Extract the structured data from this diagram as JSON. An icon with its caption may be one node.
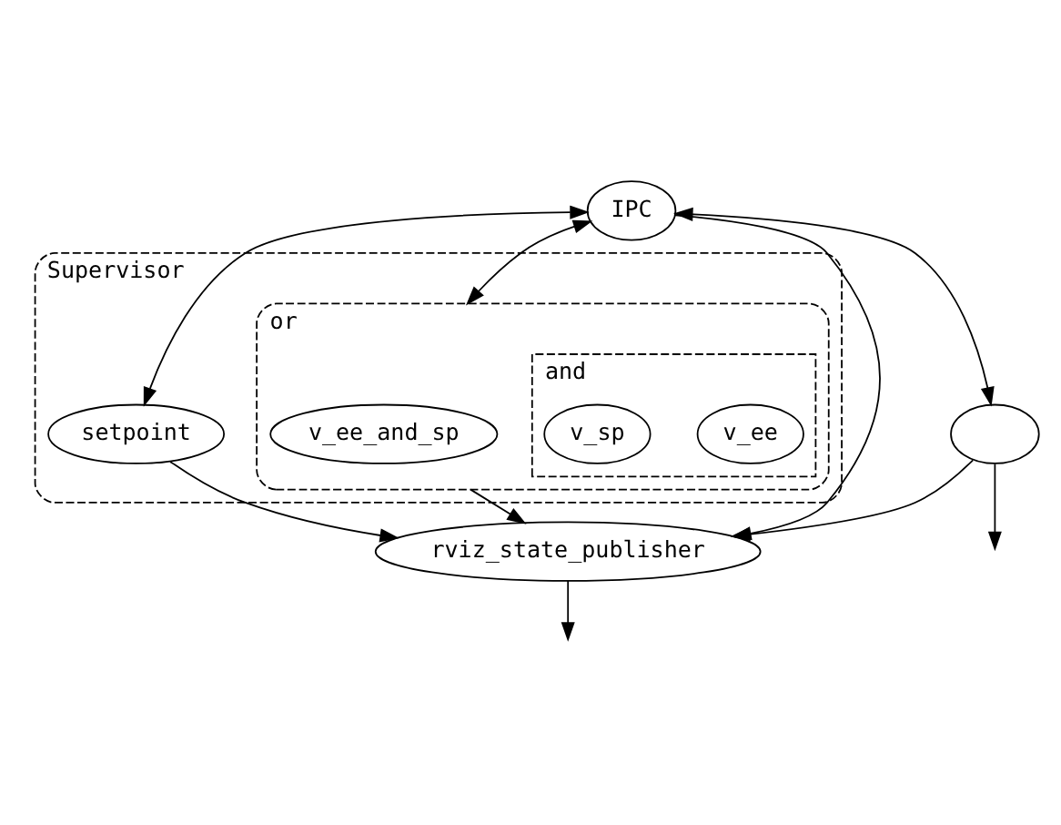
{
  "diagram": {
    "nodes": [
      {
        "text": [
          "Supervisor"
        ]
      },
      {
        "text": [
          "setpoint"
        ],
        "in": 0
      },
      {
        "text": [
          "or"
        ],
        "in": 0
      },
      {
        "text": [
          "v_ee_and_sp"
        ],
        "in": 2
      },
      {
        "text": [
          "and"
        ],
        "in": 2
      },
      {
        "text": [
          "v_ee"
        ],
        "in": 4
      },
      {
        "text": [
          "v_sp"
        ],
        "in": 4
      },
      {
        "text": [
          "IPC"
        ]
      },
      {
        "text": [],
        "shape": "ellipse"
      },
      {
        "text": [
          "rviz_state_publisher"
        ]
      }
    ],
    "edges": [
      {
        "from": 7,
        "to": 1,
        "arrow": "both"
      },
      {
        "from": 7,
        "to": 2,
        "arrow": "both"
      },
      {
        "from": 1,
        "to": 9,
        "arrow": "to"
      },
      {
        "from": 2,
        "to": 9,
        "arrow": "to"
      },
      {
        "from": 7,
        "to": 8,
        "arrow": "both"
      },
      {
        "from": 7,
        "to": 9,
        "arrow": "to"
      },
      {
        "from": 8,
        "to": 9,
        "arrow": "to"
      },
      {
        "from": 8,
        "to": null,
        "arrow": "to"
      },
      {
        "from": 9,
        "to": null,
        "arrow": "to"
      }
    ]
  }
}
